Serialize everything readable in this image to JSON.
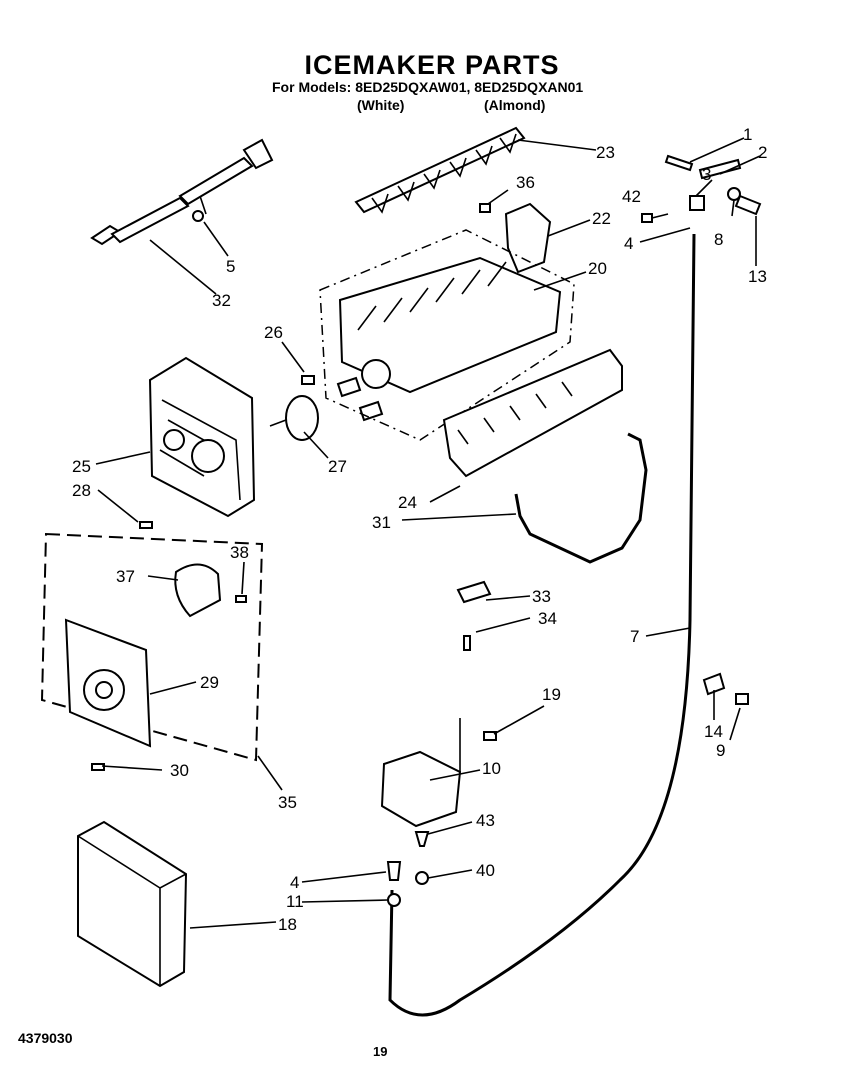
{
  "header": {
    "title": "ICEMAKER PARTS",
    "models": "For Models: 8ED25DQXAW01, 8ED25DQXAN01",
    "color_white": "(White)",
    "color_almond": "(Almond)"
  },
  "footer": {
    "doc_number": "4379030",
    "page_number": "19"
  },
  "callouts": [
    "1",
    "2",
    "3",
    "4",
    "4",
    "5",
    "7",
    "8",
    "9",
    "10",
    "11",
    "13",
    "14",
    "18",
    "19",
    "20",
    "22",
    "23",
    "24",
    "25",
    "26",
    "27",
    "28",
    "29",
    "30",
    "31",
    "32",
    "33",
    "34",
    "35",
    "36",
    "37",
    "38",
    "40",
    "42",
    "43"
  ]
}
